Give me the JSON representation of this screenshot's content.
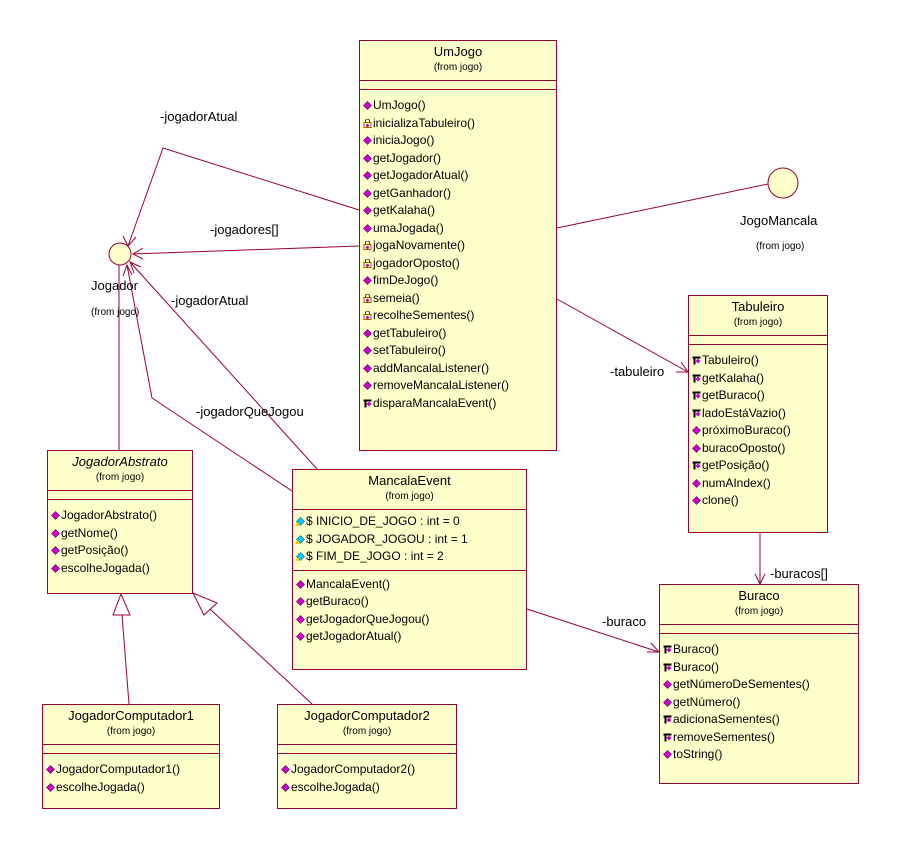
{
  "colors": {
    "line": "#990033",
    "fill": "#ffffcc",
    "icon_public": "#cc00cc",
    "icon_protected": "#00ccff",
    "icon_private": "#996600"
  },
  "actors": {
    "jogador": {
      "name": "Jogador",
      "from": "(from jogo)"
    },
    "jogomancala": {
      "name": "JogoMancala",
      "from": "(from jogo)"
    }
  },
  "classes": {
    "umjogo": {
      "name": "UmJogo",
      "from": "(from jogo)",
      "operations": [
        {
          "text": "UmJogo()",
          "icon": "public-op-icon"
        },
        {
          "text": "inicializaTabuleiro()",
          "icon": "private-op-icon"
        },
        {
          "text": "iniciaJogo()",
          "icon": "public-op-icon"
        },
        {
          "text": "getJogador()",
          "icon": "public-op-icon"
        },
        {
          "text": "getJogadorAtual()",
          "icon": "public-op-icon"
        },
        {
          "text": "getGanhador()",
          "icon": "public-op-icon"
        },
        {
          "text": "getKalaha()",
          "icon": "public-op-icon"
        },
        {
          "text": "umaJogada()",
          "icon": "public-op-icon"
        },
        {
          "text": "jogaNovamente()",
          "icon": "private-op-icon"
        },
        {
          "text": "jogadorOposto()",
          "icon": "private-op-icon"
        },
        {
          "text": "fimDeJogo()",
          "icon": "public-op-icon"
        },
        {
          "text": "semeia()",
          "icon": "private-op-icon"
        },
        {
          "text": "recolheSementes()",
          "icon": "private-op-icon"
        },
        {
          "text": "getTabuleiro()",
          "icon": "public-op-icon"
        },
        {
          "text": "setTabuleiro()",
          "icon": "public-op-icon"
        },
        {
          "text": "addMancalaListener()",
          "icon": "public-op-icon"
        },
        {
          "text": "removeMancalaListener()",
          "icon": "public-op-icon"
        },
        {
          "text": "disparaMancalaEvent()",
          "icon": "package-op-icon"
        }
      ]
    },
    "tabuleiro": {
      "name": "Tabuleiro",
      "from": "(from jogo)",
      "operations": [
        {
          "text": "Tabuleiro()",
          "icon": "package-op-icon"
        },
        {
          "text": "getKalaha()",
          "icon": "package-op-icon"
        },
        {
          "text": "getBuraco()",
          "icon": "package-op-icon"
        },
        {
          "text": "ladoEstáVazio()",
          "icon": "package-op-icon"
        },
        {
          "text": "próximoBuraco()",
          "icon": "public-op-icon"
        },
        {
          "text": "buracoOposto()",
          "icon": "public-op-icon"
        },
        {
          "text": "getPosição()",
          "icon": "package-op-icon"
        },
        {
          "text": "numAIndex()",
          "icon": "public-op-icon"
        },
        {
          "text": "clone()",
          "icon": "public-op-icon"
        }
      ]
    },
    "jogadorabstrato": {
      "name": "JogadorAbstrato",
      "from": "(from jogo)",
      "abstract": true,
      "operations": [
        {
          "text": "JogadorAbstrato()",
          "icon": "public-op-icon"
        },
        {
          "text": "getNome()",
          "icon": "public-op-icon"
        },
        {
          "text": "getPosição()",
          "icon": "public-op-icon"
        },
        {
          "text": "escolheJogada()",
          "icon": "public-op-icon"
        }
      ]
    },
    "mancalaevent": {
      "name": "MancalaEvent",
      "from": "(from jogo)",
      "attributes": [
        {
          "text": "$ INICIO_DE_JOGO : int = 0",
          "icon": "static-attr-icon"
        },
        {
          "text": "$ JOGADOR_JOGOU : int = 1",
          "icon": "static-attr-icon"
        },
        {
          "text": "$ FIM_DE_JOGO : int = 2",
          "icon": "static-attr-icon"
        }
      ],
      "operations": [
        {
          "text": "MancalaEvent()",
          "icon": "public-op-icon"
        },
        {
          "text": "getBuraco()",
          "icon": "public-op-icon"
        },
        {
          "text": "getJogadorQueJogou()",
          "icon": "public-op-icon"
        },
        {
          "text": "getJogadorAtual()",
          "icon": "public-op-icon"
        }
      ]
    },
    "buraco": {
      "name": "Buraco",
      "from": "(from jogo)",
      "operations": [
        {
          "text": "Buraco()",
          "icon": "package-op-icon"
        },
        {
          "text": "Buraco()",
          "icon": "package-op-icon"
        },
        {
          "text": "getNúmeroDeSementes()",
          "icon": "public-op-icon"
        },
        {
          "text": "getNúmero()",
          "icon": "public-op-icon"
        },
        {
          "text": "adicionaSementes()",
          "icon": "package-op-icon"
        },
        {
          "text": "removeSementes()",
          "icon": "package-op-icon"
        },
        {
          "text": "toString()",
          "icon": "public-op-icon"
        }
      ]
    },
    "jogadorcomputador1": {
      "name": "JogadorComputador1",
      "from": "(from jogo)",
      "operations": [
        {
          "text": "JogadorComputador1()",
          "icon": "public-op-icon"
        },
        {
          "text": "escolheJogada()",
          "icon": "public-op-icon"
        }
      ]
    },
    "jogadorcomputador2": {
      "name": "JogadorComputador2",
      "from": "(from jogo)",
      "operations": [
        {
          "text": "JogadorComputador2()",
          "icon": "public-op-icon"
        },
        {
          "text": "escolheJogada()",
          "icon": "public-op-icon"
        }
      ]
    }
  },
  "roles": {
    "jogador_atual_1": "-jogadorAtual",
    "jogadores": "-jogadores[]",
    "jogador_atual_2": "-jogadorAtual",
    "jogador_que_jogou": "-jogadorQueJogou",
    "tabuleiro": "-tabuleiro",
    "buracos": "-buracos[]",
    "buraco": "-buraco"
  }
}
